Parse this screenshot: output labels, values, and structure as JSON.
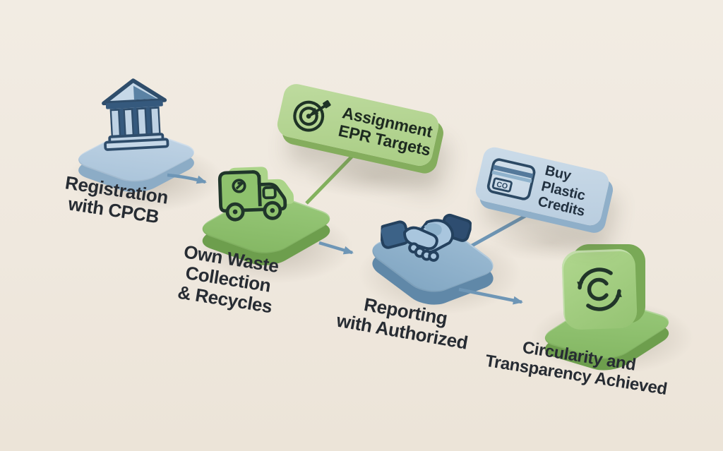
{
  "scene": {
    "background_color": "#efe8de",
    "palette": {
      "green": "#8ec26d",
      "green_light": "#b4d494",
      "blue_platform": "#aac4da",
      "blue_box": "#c3d5e4",
      "arrow_blue": "#6e96b6",
      "stem_green": "#83b25e",
      "text_dark": "#272c33"
    }
  },
  "steps": [
    {
      "id": "registration-with-cpcb",
      "icon": "bank-icon",
      "platform_color": "blue",
      "label_lines": [
        "Registration",
        "with CPCB"
      ]
    },
    {
      "id": "own-waste-collection",
      "icon": "garbage-truck-icon",
      "platform_color": "green",
      "label_lines": [
        "Own Waste",
        "Collection",
        "& Recycles"
      ]
    },
    {
      "id": "reporting-with-authorized",
      "icon": "handshake-icon",
      "platform_color": "blue",
      "label_lines": [
        "Reporting",
        "with Authorized"
      ]
    },
    {
      "id": "circularity-achieved",
      "icon": "circular-arrows-icon",
      "platform_color": "green",
      "label_lines": [
        "Circularity and",
        "Transparency Achieved"
      ]
    }
  ],
  "callouts": [
    {
      "id": "assignment-epr-targets",
      "icon": "target-icon",
      "color": "green",
      "lines": [
        "Assignment",
        "EPR Targets"
      ],
      "attaches_to": "own-waste-collection"
    },
    {
      "id": "buy-plastic-credits",
      "icon": "credit-card-icon",
      "color": "blue",
      "card_label": "CO",
      "lines": [
        "Buy",
        "Plastic",
        "Credits"
      ],
      "attaches_to": "reporting-with-authorized"
    }
  ],
  "flow_arrows": [
    {
      "from": "registration-with-cpcb",
      "to": "own-waste-collection"
    },
    {
      "from": "own-waste-collection",
      "to": "reporting-with-authorized"
    },
    {
      "from": "reporting-with-authorized",
      "to": "circularity-achieved"
    }
  ]
}
